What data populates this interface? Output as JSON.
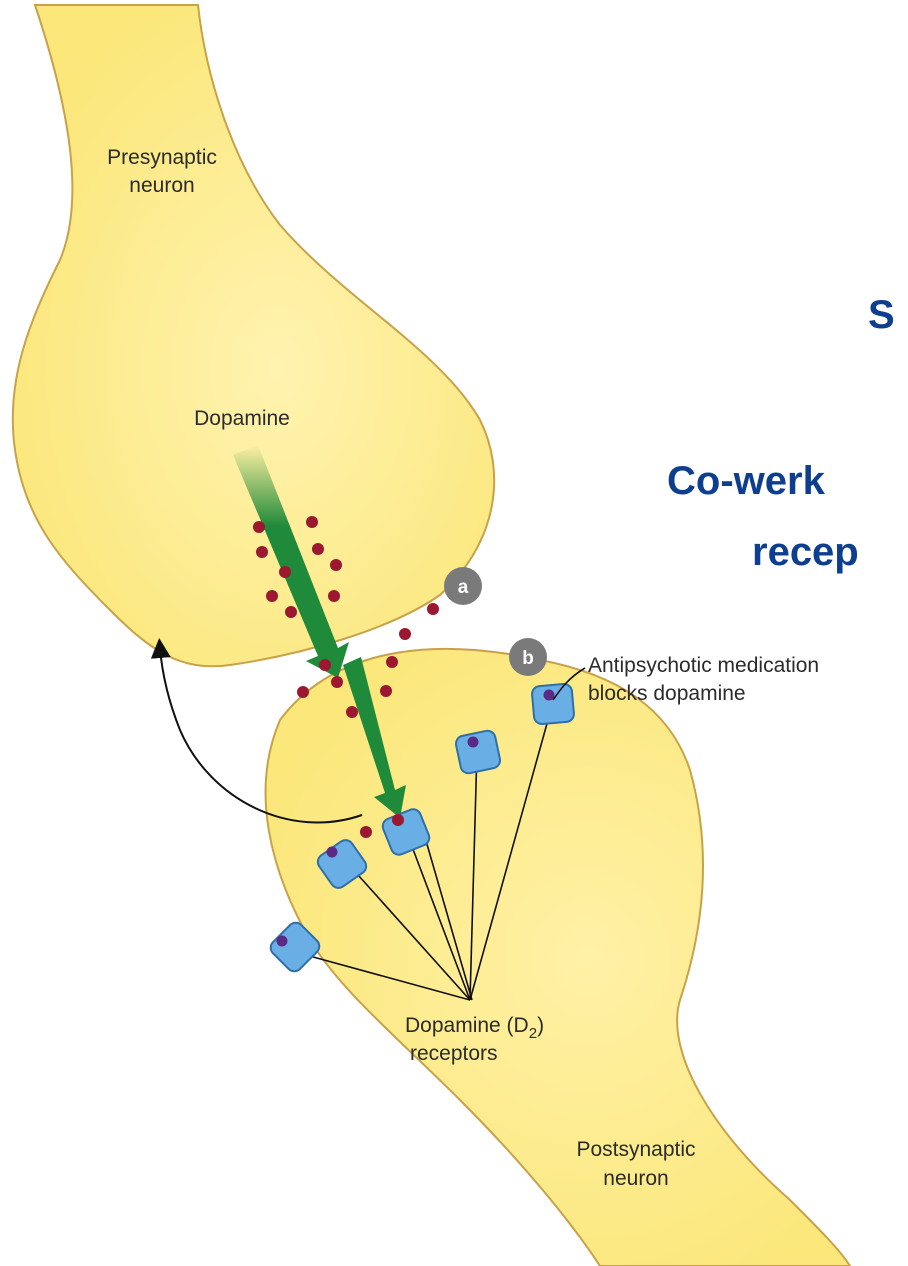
{
  "slide_title": {
    "line1": "S",
    "line2": "Co-werk",
    "line3": "recep"
  },
  "labels": {
    "presynaptic_line1": "Presynaptic",
    "presynaptic_line2": "neuron",
    "dopamine": "Dopamine",
    "marker_a": "a",
    "marker_b": "b",
    "antipsychotic_line1": "Antipsychotic medication",
    "antipsychotic_line2": "blocks dopamine",
    "receptors_line1_main": "Dopamine (D",
    "receptors_line1_sub": "2",
    "receptors_line1_end": ")",
    "receptors_line2": "receptors",
    "postsynaptic_line1": "Postsynaptic",
    "postsynaptic_line2": "neuron"
  },
  "colors": {
    "neuron_fill": "#fbe77a",
    "neuron_outline": "#c8a24a",
    "title": "#0e3f8f",
    "dopamine_dot": "#9c1830",
    "arrow_green": "#1e8a3a",
    "receptor": "#6aaee6",
    "receptor_outline": "#2f6fa8",
    "blocker_dot": "#5b2a86",
    "marker_bg": "#7a7a7a"
  }
}
